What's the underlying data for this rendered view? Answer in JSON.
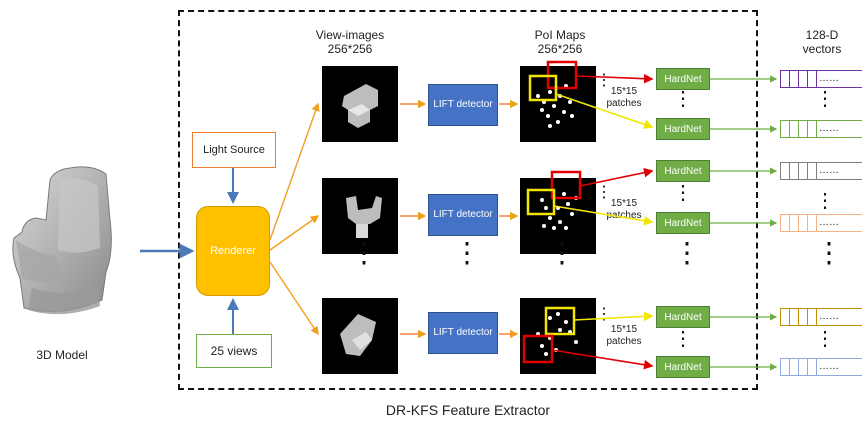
{
  "labels": {
    "view_images_title": "View-images",
    "view_images_size": "256*256",
    "poi_title": "PoI Maps",
    "poi_size": "256*256",
    "vectors_title": "128-D",
    "vectors_sub": "vectors",
    "model": "3D Model",
    "light_source": "Light Source",
    "renderer": "Renderer",
    "views": "25 views",
    "lift": "LIFT detector",
    "hardnet": "HardNet",
    "patches": "15*15 patches",
    "extractor": "DR-KFS Feature Extractor",
    "vdots": "⋮",
    "hdots": "……"
  },
  "colors": {
    "orange_arrow": "#f0a020",
    "green_arrow": "#70ad47",
    "red": "#e00000",
    "yellow": "#f3e600",
    "blue_arrow": "#4a7ab8",
    "vectors": [
      "#7030a0",
      "#70ad47",
      "#7f7f7f",
      "#f4b183",
      "#bf9000",
      "#8faadc"
    ]
  }
}
